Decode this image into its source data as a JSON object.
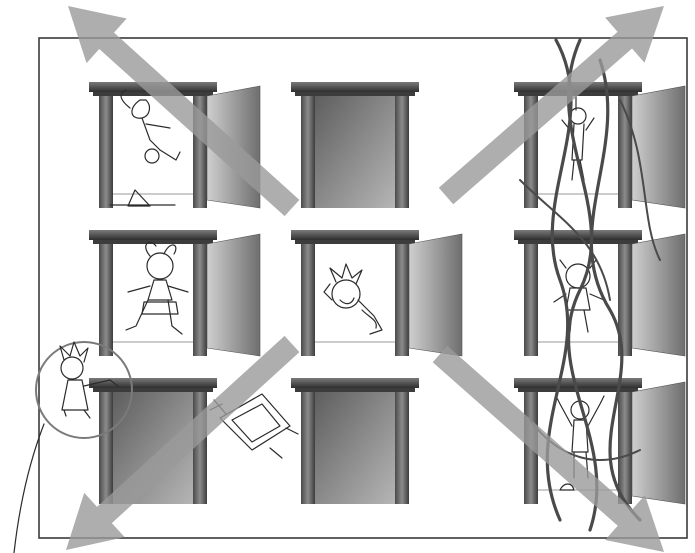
{
  "scene": {
    "background": "#ffffff",
    "frame_color": "#3a3a3a",
    "door_frame_dark": "#3c3c3c",
    "door_frame_mid": "#6b6b6b",
    "door_panel_light": "#cfcfcf",
    "door_panel_dark": "#6e6e6e",
    "arrow_color": "#9a9a9a",
    "vine_color": "#4a4a4a",
    "sketch_color": "#2b2b2b",
    "grid": {
      "rows": 3,
      "columns": 3
    },
    "doors": [
      {
        "row": 1,
        "col": 1,
        "state": "open",
        "content": "character-falling-sketch"
      },
      {
        "row": 1,
        "col": 2,
        "state": "closed",
        "content": "none"
      },
      {
        "row": 1,
        "col": 3,
        "state": "open",
        "content": "character-hanging-sketch"
      },
      {
        "row": 2,
        "col": 1,
        "state": "open",
        "content": "girl-running-sketch"
      },
      {
        "row": 2,
        "col": 2,
        "state": "open",
        "content": "character-tumbling-sketch"
      },
      {
        "row": 2,
        "col": 3,
        "state": "open",
        "content": "girl-standing-sketch"
      },
      {
        "row": 3,
        "col": 1,
        "state": "closed",
        "content": "none"
      },
      {
        "row": 3,
        "col": 2,
        "state": "closed",
        "content": "none"
      },
      {
        "row": 3,
        "col": 3,
        "state": "open",
        "content": "character-waving-sketch"
      }
    ],
    "arrows": [
      "arrow-up-left",
      "arrow-up-right",
      "arrow-down-left",
      "arrow-down-right"
    ],
    "extras": [
      "circled-character-sketch",
      "box-with-legs-sketch",
      "vine-tendrils"
    ]
  }
}
